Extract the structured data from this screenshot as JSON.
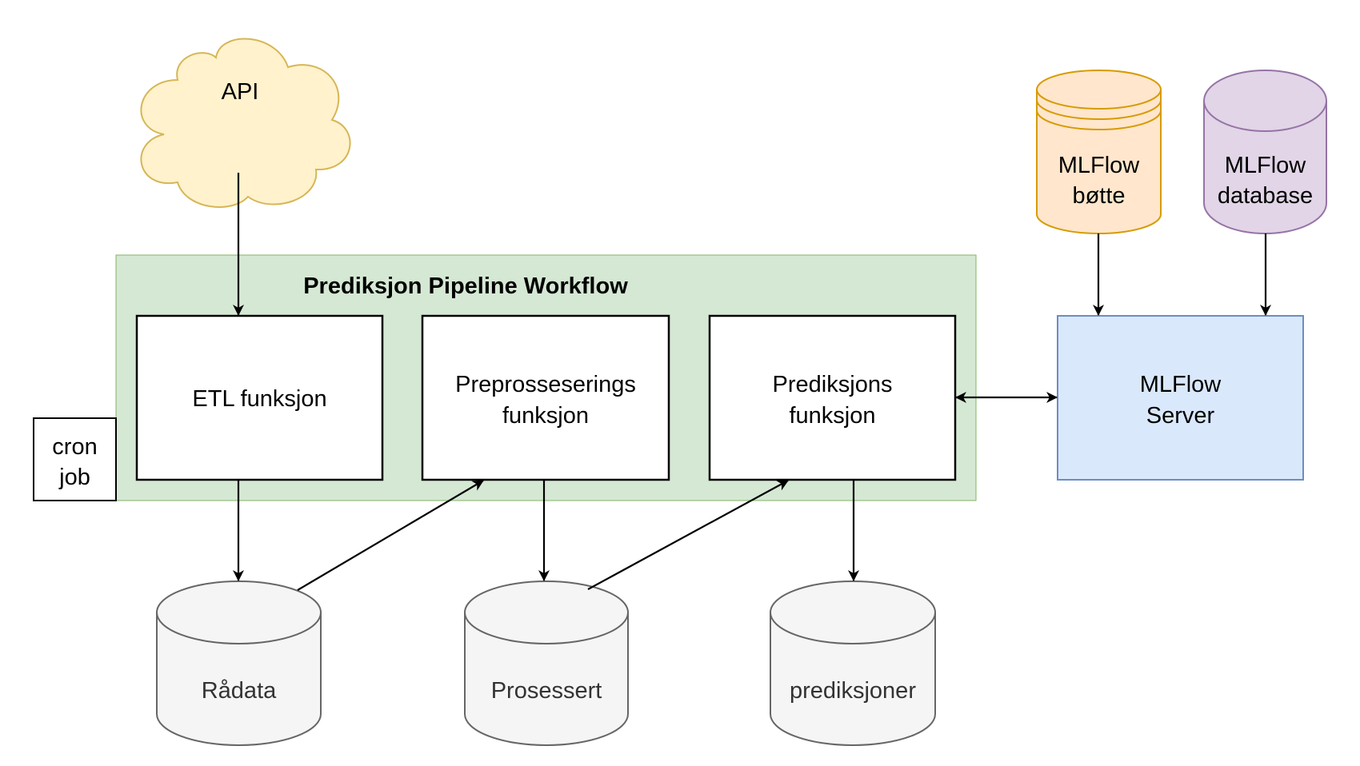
{
  "diagram": {
    "title": "Prediksjon Pipeline Workflow",
    "colors": {
      "cloud_fill": "#fff2cc",
      "cloud_stroke": "#d6b656",
      "group_fill": "#d5e8d4",
      "group_stroke": "#82b366",
      "server_fill": "#dae8fc",
      "server_stroke": "#6c8ebf",
      "bucket_fill": "#ffe6cc",
      "bucket_stroke": "#d79b00",
      "database_fill": "#e1d5e7",
      "database_stroke": "#9673a6",
      "store_fill": "#f5f5f5",
      "store_stroke": "#666666",
      "box_fill": "#ffffff",
      "box_stroke": "#000000"
    },
    "nodes": {
      "api": {
        "label": "API",
        "shape": "cloud"
      },
      "cron": {
        "lines": [
          "cron",
          "job"
        ],
        "shape": "rectangle"
      },
      "etl": {
        "lines": [
          "ETL funksjon"
        ],
        "shape": "rectangle"
      },
      "prepro": {
        "lines": [
          "Preprosseserings",
          "funksjon"
        ],
        "shape": "rectangle"
      },
      "prediction": {
        "lines": [
          "Prediksjons",
          "funksjon"
        ],
        "shape": "rectangle"
      },
      "mlflow_server": {
        "lines": [
          "MLFlow",
          "Server"
        ],
        "shape": "rectangle"
      },
      "mlflow_bucket": {
        "lines": [
          "MLFlow",
          "bøtte"
        ],
        "shape": "cylinder-stacked"
      },
      "mlflow_database": {
        "lines": [
          "MLFlow",
          "database"
        ],
        "shape": "cylinder"
      },
      "raw_data": {
        "label": "Rådata",
        "shape": "cylinder"
      },
      "processed": {
        "label": "Prosessert",
        "shape": "cylinder"
      },
      "predictions": {
        "label": "prediksjoner",
        "shape": "cylinder"
      }
    },
    "edges": [
      {
        "from": "api",
        "to": "etl",
        "direction": "one-way"
      },
      {
        "from": "etl",
        "to": "raw_data",
        "direction": "one-way"
      },
      {
        "from": "raw_data",
        "to": "prepro",
        "direction": "one-way"
      },
      {
        "from": "prepro",
        "to": "processed",
        "direction": "one-way"
      },
      {
        "from": "processed",
        "to": "prediction",
        "direction": "one-way"
      },
      {
        "from": "prediction",
        "to": "predictions",
        "direction": "one-way"
      },
      {
        "from": "prediction",
        "to": "mlflow_server",
        "direction": "two-way"
      },
      {
        "from": "mlflow_bucket",
        "to": "mlflow_server",
        "direction": "one-way"
      },
      {
        "from": "mlflow_database",
        "to": "mlflow_server",
        "direction": "one-way"
      }
    ]
  }
}
